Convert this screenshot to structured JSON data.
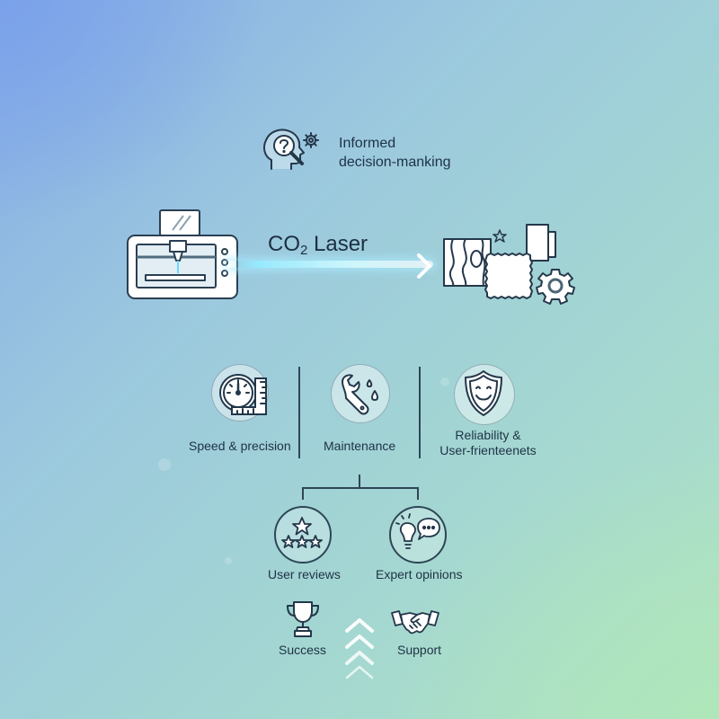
{
  "header": {
    "line1": "Informed",
    "line2": "decision-manking"
  },
  "laser": {
    "prefix": "CO",
    "subscript": "2",
    "suffix": " Laser"
  },
  "features": [
    {
      "label": "Speed & precision",
      "icon": "speedometer-ruler-icon"
    },
    {
      "label": "Maintenance",
      "icon": "wrench-drops-icon"
    },
    {
      "label_line1": "Reliability &",
      "label_line2": "User-frienteenets",
      "icon": "shield-smile-icon"
    }
  ],
  "feedback": [
    {
      "label": "User reviews",
      "icon": "stars-icon"
    },
    {
      "label": "Expert opinions",
      "icon": "lightbulb-chat-icon"
    }
  ],
  "outcomes": [
    {
      "label": "Success",
      "icon": "trophy-icon"
    },
    {
      "label": "Support",
      "icon": "handshake-icon"
    }
  ],
  "colors": {
    "line": "#2f4556",
    "text": "#1e3246",
    "beam": "#bff2ff"
  }
}
